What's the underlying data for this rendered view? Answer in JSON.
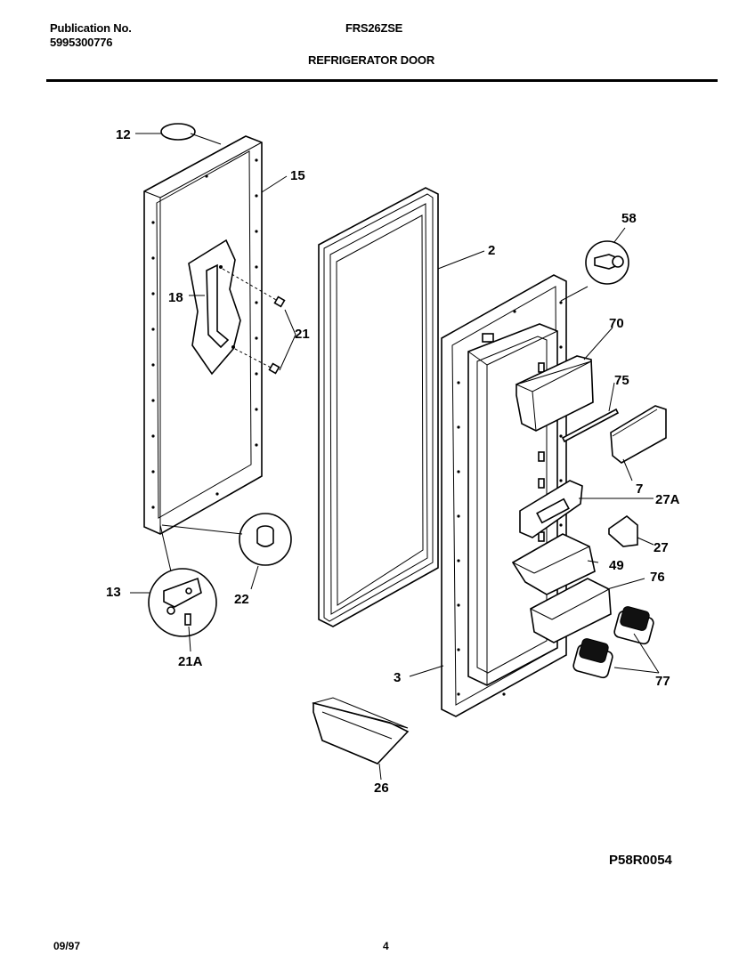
{
  "header": {
    "publication_label": "Publication No.",
    "publication_number": "5995300776",
    "model": "FRS26ZSE",
    "section_title": "REFRIGERATOR DOOR"
  },
  "footer": {
    "diagram_code": "P58R0054",
    "date": "09/97",
    "page_number": "4"
  },
  "callouts": {
    "c12": "12",
    "c15": "15",
    "c18": "18",
    "c21": "21",
    "c2": "2",
    "c58": "58",
    "c70": "70",
    "c75": "75",
    "c7": "7",
    "c27A": "27A",
    "c27": "27",
    "c49": "49",
    "c76": "76",
    "c77": "77",
    "c3": "3",
    "c13": "13",
    "c22": "22",
    "c21A": "21A",
    "c26": "26"
  }
}
